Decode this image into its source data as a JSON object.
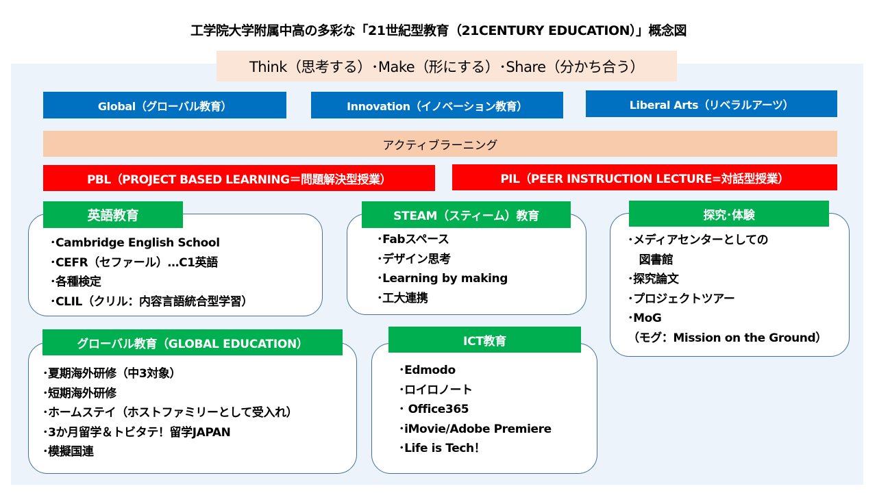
{
  "title": "工学院大学附属中高の多彩な「21世紀型教育（21CENTURY EDUCATION）」概念図",
  "tagline": "Think（思考する）･Make（形にする）･Share（分かち合う）",
  "pillars": [
    {
      "label": "Global（グローバル教育）"
    },
    {
      "label": "Innovation（イノベーション教育）"
    },
    {
      "label": "Liberal Arts（リベラルアーツ）"
    }
  ],
  "active_learning": "アクティブラーニング",
  "methods": {
    "pbl": "PBL（PROJECT BASED LEARNING＝問題解決型授業）",
    "pil": "PIL（PEER INSTRUCTION LECTURE=対話型授業）"
  },
  "colors": {
    "pillar_blue": "#0070c0",
    "active_peach": "#f8cbad",
    "tagline_bg": "#fbe5d6",
    "method_red": "#ff0000",
    "tab_green": "#00b050",
    "panel_bg": "#edf3fa",
    "card_border": "#41719c"
  },
  "sections": {
    "english": {
      "title": "英語教育",
      "items": [
        "･Cambridge English School",
        "･CEFR（セファール）…C1英語",
        "･各種検定",
        "･CLIL（クリル：内容言語統合型学習）"
      ]
    },
    "steam": {
      "title": "STEAM（スティーム）教育",
      "items": [
        "･Fabスペース",
        "･デザイン思考",
        "･Learning by making",
        "･工大連携"
      ]
    },
    "inquiry": {
      "title": "探究･体験",
      "items": [
        "･メディアセンターとしての",
        "　図書館",
        "･探究論文",
        "･プロジェクトツアー",
        "･MoG",
        "（モグ：Mission on the Ground）"
      ]
    },
    "global": {
      "title": "グローバル教育（GLOBAL EDUCATION）",
      "items": [
        "･夏期海外研修（中3対象）",
        "･短期海外研修",
        "･ホームステイ（ホストファミリーとして受入れ）",
        "･3か月留学＆トビタテ！留学JAPAN",
        "･模擬国連"
      ]
    },
    "ict": {
      "title": "ICT教育",
      "items": [
        "･Edmodo",
        "･ロイロノート",
        "･ Office365",
        "･iMovie/Adobe Premiere",
        "･Life is Tech！"
      ]
    }
  }
}
